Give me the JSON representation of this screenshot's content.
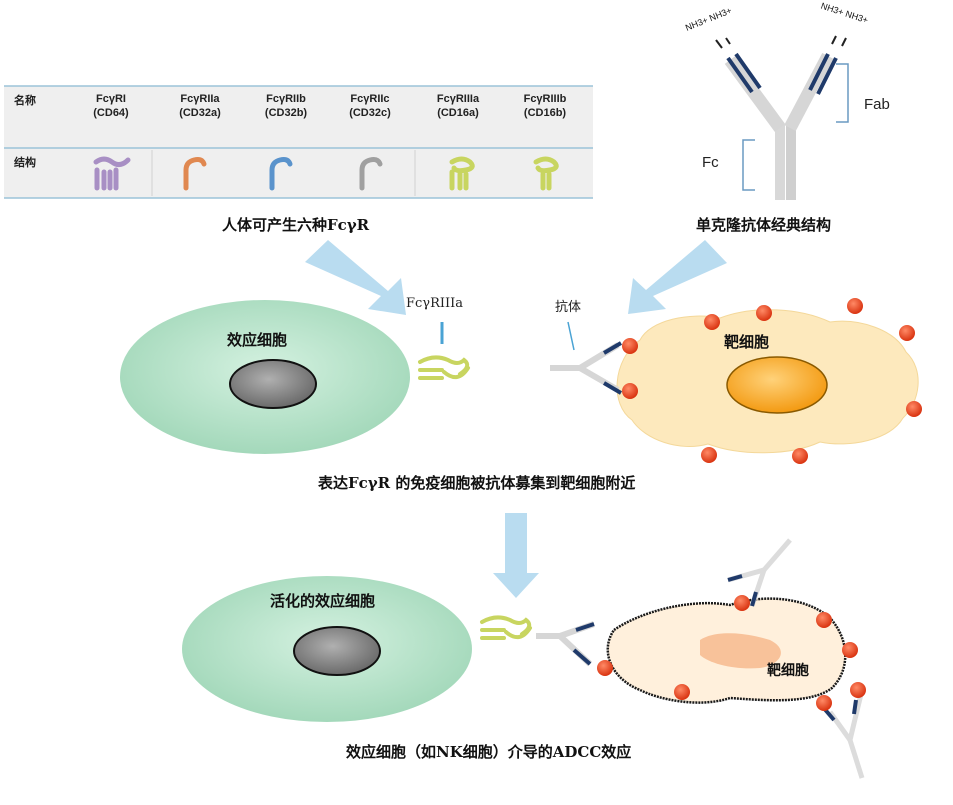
{
  "table": {
    "row1_header": "名称",
    "row2_header": "结构",
    "receptors": [
      {
        "name": "FcγRI",
        "cd": "(CD64)",
        "color": "#a88fc4"
      },
      {
        "name": "FcγRIIa",
        "cd": "(CD32a)",
        "color": "#e08850"
      },
      {
        "name": "FcγRIIb",
        "cd": "(CD32b)",
        "color": "#5a93cc"
      },
      {
        "name": "FcγRIIc",
        "cd": "(CD32c)",
        "color": "#a0a0a0"
      },
      {
        "name": "FcγRIIIa",
        "cd": "(CD16a)",
        "color": "#c8d560"
      },
      {
        "name": "FcγRIIIb",
        "cd": "(CD16b)",
        "color": "#c8d560"
      }
    ]
  },
  "captions": {
    "table_caption": "人体可产生六种FcγR",
    "antibody_caption": "单克隆抗体经典结构",
    "middle_caption": "表达FcγR 的免疫细胞被抗体募集到靶细胞附近",
    "bottom_caption": "效应细胞（如NK细胞）介导的ADCC效应"
  },
  "antibody": {
    "fab_label": "Fab",
    "fc_label": "Fc",
    "nh3_left": "NH3+ NH3+",
    "nh3_right": "NH3+ NH3+"
  },
  "middle": {
    "effector_label": "效应细胞",
    "target_label": "靶细胞",
    "receptor_label": "FcγRIIIa",
    "antibody_label": "抗体"
  },
  "bottom": {
    "activated_label": "活化的效应细胞",
    "target_label": "靶细胞"
  },
  "colors": {
    "arrow": "#b9dcf0",
    "effector_cell": "#a9dcc0",
    "target_cell": "#fde9bd",
    "nucleus_gray": "#8a8a8a",
    "nucleus_orange": "#f6a623",
    "dot_red": "#e8401c",
    "antibody_dark": "#1f3a6a",
    "receptor_green": "#c8d560"
  }
}
